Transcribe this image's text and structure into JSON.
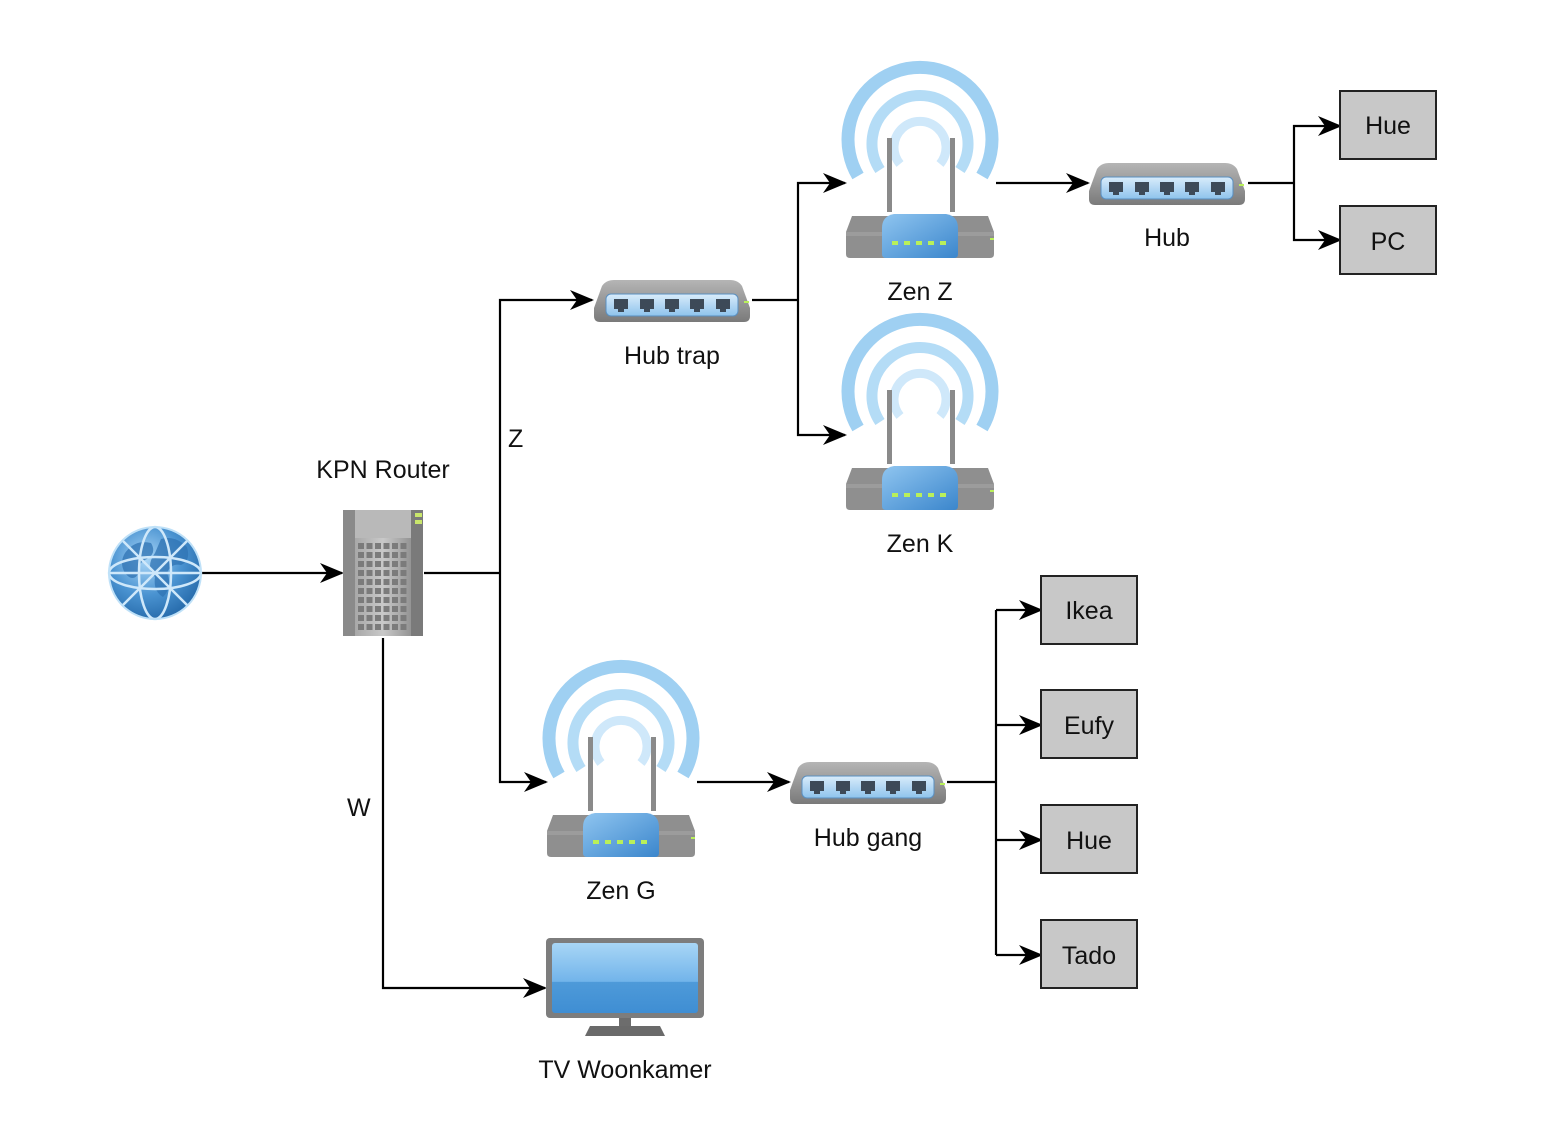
{
  "diagram": {
    "title": "",
    "nodes": {
      "internet": {
        "label": "",
        "icon": "globe-icon"
      },
      "kpn_router": {
        "label": "KPN Router",
        "icon": "server-icon"
      },
      "hub_trap": {
        "label": "Hub trap",
        "icon": "switch-icon"
      },
      "zen_z": {
        "label": "Zen Z",
        "icon": "wifi-router-icon"
      },
      "zen_k": {
        "label": "Zen K",
        "icon": "wifi-router-icon"
      },
      "hub": {
        "label": "Hub",
        "icon": "switch-icon"
      },
      "hue_top": {
        "label": "Hue"
      },
      "pc": {
        "label": "PC"
      },
      "zen_g": {
        "label": "Zen G",
        "icon": "wifi-router-icon"
      },
      "hub_gang": {
        "label": "Hub gang",
        "icon": "switch-icon"
      },
      "ikea": {
        "label": "Ikea"
      },
      "eufy": {
        "label": "Eufy"
      },
      "hue_bottom": {
        "label": "Hue"
      },
      "tado": {
        "label": "Tado"
      },
      "tv": {
        "label": "TV Woonkamer",
        "icon": "monitor-icon"
      }
    },
    "edge_labels": {
      "z": "Z",
      "w": "W"
    },
    "edges": [
      {
        "from": "internet",
        "to": "kpn_router"
      },
      {
        "from": "kpn_router",
        "to": "hub_trap",
        "label": "Z"
      },
      {
        "from": "kpn_router",
        "to": "zen_g",
        "label": "Z"
      },
      {
        "from": "kpn_router",
        "to": "tv",
        "label": "W"
      },
      {
        "from": "hub_trap",
        "to": "zen_z"
      },
      {
        "from": "hub_trap",
        "to": "zen_k"
      },
      {
        "from": "zen_z",
        "to": "hub"
      },
      {
        "from": "hub",
        "to": "hue_top"
      },
      {
        "from": "hub",
        "to": "pc"
      },
      {
        "from": "zen_g",
        "to": "hub_gang"
      },
      {
        "from": "hub_gang",
        "to": "ikea"
      },
      {
        "from": "hub_gang",
        "to": "eufy"
      },
      {
        "from": "hub_gang",
        "to": "hue_bottom"
      },
      {
        "from": "hub_gang",
        "to": "tado"
      }
    ],
    "colors": {
      "box_fill": "#c8c8c8",
      "box_stroke": "#222222",
      "wifi_blue": "#9fd0f2",
      "device_gray": "#8f8f8f",
      "led_green": "#b9f05a"
    }
  }
}
